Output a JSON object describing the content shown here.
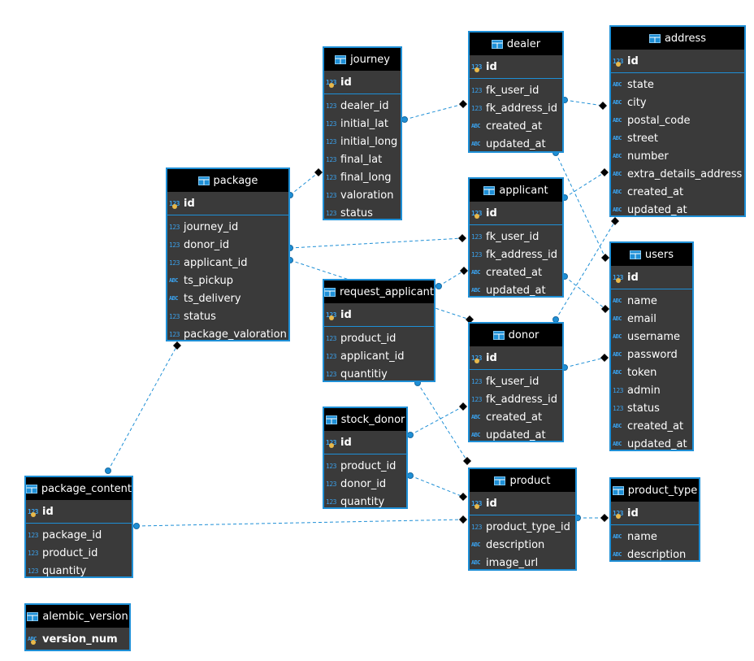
{
  "tables": {
    "journey": {
      "title": "journey",
      "pk": {
        "type": "123",
        "name": "id"
      },
      "columns": [
        {
          "type": "123",
          "name": "dealer_id"
        },
        {
          "type": "123",
          "name": "initial_lat"
        },
        {
          "type": "123",
          "name": "initial_long"
        },
        {
          "type": "123",
          "name": "final_lat"
        },
        {
          "type": "123",
          "name": "final_long"
        },
        {
          "type": "123",
          "name": "valoration"
        },
        {
          "type": "123",
          "name": "status"
        }
      ]
    },
    "dealer": {
      "title": "dealer",
      "pk": {
        "type": "123",
        "name": "id"
      },
      "columns": [
        {
          "type": "123",
          "name": "fk_user_id"
        },
        {
          "type": "123",
          "name": "fk_address_id"
        },
        {
          "type": "ABC",
          "name": "created_at"
        },
        {
          "type": "ABC",
          "name": "updated_at"
        }
      ]
    },
    "address": {
      "title": "address",
      "pk": {
        "type": "123",
        "name": "id"
      },
      "columns": [
        {
          "type": "ABC",
          "name": "state"
        },
        {
          "type": "ABC",
          "name": "city"
        },
        {
          "type": "ABC",
          "name": "postal_code"
        },
        {
          "type": "ABC",
          "name": "street"
        },
        {
          "type": "ABC",
          "name": "number"
        },
        {
          "type": "ABC",
          "name": "extra_details_address"
        },
        {
          "type": "ABC",
          "name": "created_at"
        },
        {
          "type": "ABC",
          "name": "updated_at"
        }
      ]
    },
    "package": {
      "title": "package",
      "pk": {
        "type": "123",
        "name": "id"
      },
      "columns": [
        {
          "type": "123",
          "name": "journey_id"
        },
        {
          "type": "123",
          "name": "donor_id"
        },
        {
          "type": "123",
          "name": "applicant_id"
        },
        {
          "type": "ABC",
          "name": "ts_pickup"
        },
        {
          "type": "ABC",
          "name": "ts_delivery"
        },
        {
          "type": "123",
          "name": "status"
        },
        {
          "type": "123",
          "name": "package_valoration"
        }
      ]
    },
    "applicant": {
      "title": "applicant",
      "pk": {
        "type": "123",
        "name": "id"
      },
      "columns": [
        {
          "type": "123",
          "name": "fk_user_id"
        },
        {
          "type": "123",
          "name": "fk_address_id"
        },
        {
          "type": "ABC",
          "name": "created_at"
        },
        {
          "type": "ABC",
          "name": "updated_at"
        }
      ]
    },
    "users": {
      "title": "users",
      "pk": {
        "type": "123",
        "name": "id"
      },
      "columns": [
        {
          "type": "ABC",
          "name": "name"
        },
        {
          "type": "ABC",
          "name": "email"
        },
        {
          "type": "ABC",
          "name": "username"
        },
        {
          "type": "ABC",
          "name": "password"
        },
        {
          "type": "ABC",
          "name": "token"
        },
        {
          "type": "123",
          "name": "admin"
        },
        {
          "type": "123",
          "name": "status"
        },
        {
          "type": "ABC",
          "name": "created_at"
        },
        {
          "type": "ABC",
          "name": "updated_at"
        }
      ]
    },
    "request_applicant": {
      "title": "request_applicant",
      "pk": {
        "type": "123",
        "name": "id"
      },
      "columns": [
        {
          "type": "123",
          "name": "product_id"
        },
        {
          "type": "123",
          "name": "applicant_id"
        },
        {
          "type": "123",
          "name": "quantitiy"
        }
      ]
    },
    "donor": {
      "title": "donor",
      "pk": {
        "type": "123",
        "name": "id"
      },
      "columns": [
        {
          "type": "123",
          "name": "fk_user_id"
        },
        {
          "type": "123",
          "name": "fk_address_id"
        },
        {
          "type": "ABC",
          "name": "created_at"
        },
        {
          "type": "ABC",
          "name": "updated_at"
        }
      ]
    },
    "stock_donor": {
      "title": "stock_donor",
      "pk": {
        "type": "123",
        "name": "id"
      },
      "columns": [
        {
          "type": "123",
          "name": "product_id"
        },
        {
          "type": "123",
          "name": "donor_id"
        },
        {
          "type": "123",
          "name": "quantity"
        }
      ]
    },
    "product": {
      "title": "product",
      "pk": {
        "type": "123",
        "name": "id"
      },
      "columns": [
        {
          "type": "123",
          "name": "product_type_id"
        },
        {
          "type": "ABC",
          "name": "description"
        },
        {
          "type": "ABC",
          "name": "image_url"
        }
      ]
    },
    "product_type": {
      "title": "product_type",
      "pk": {
        "type": "123",
        "name": "id"
      },
      "columns": [
        {
          "type": "ABC",
          "name": "name"
        },
        {
          "type": "ABC",
          "name": "description"
        }
      ]
    },
    "package_content": {
      "title": "package_content",
      "pk": {
        "type": "123",
        "name": "id"
      },
      "columns": [
        {
          "type": "123",
          "name": "package_id"
        },
        {
          "type": "123",
          "name": "product_id"
        },
        {
          "type": "123",
          "name": "quantity"
        }
      ]
    },
    "alembic_version": {
      "title": "alembic_version",
      "pk": {
        "type": "ABC",
        "name": "version_num"
      },
      "columns": []
    }
  },
  "colors": {
    "border": "#1e8fd6",
    "header_bg": "#000000",
    "body_bg": "#3a3a3a",
    "text": "#ffffff",
    "type_icon": "#3aa0ea",
    "key_icon": "#e8b84a"
  }
}
